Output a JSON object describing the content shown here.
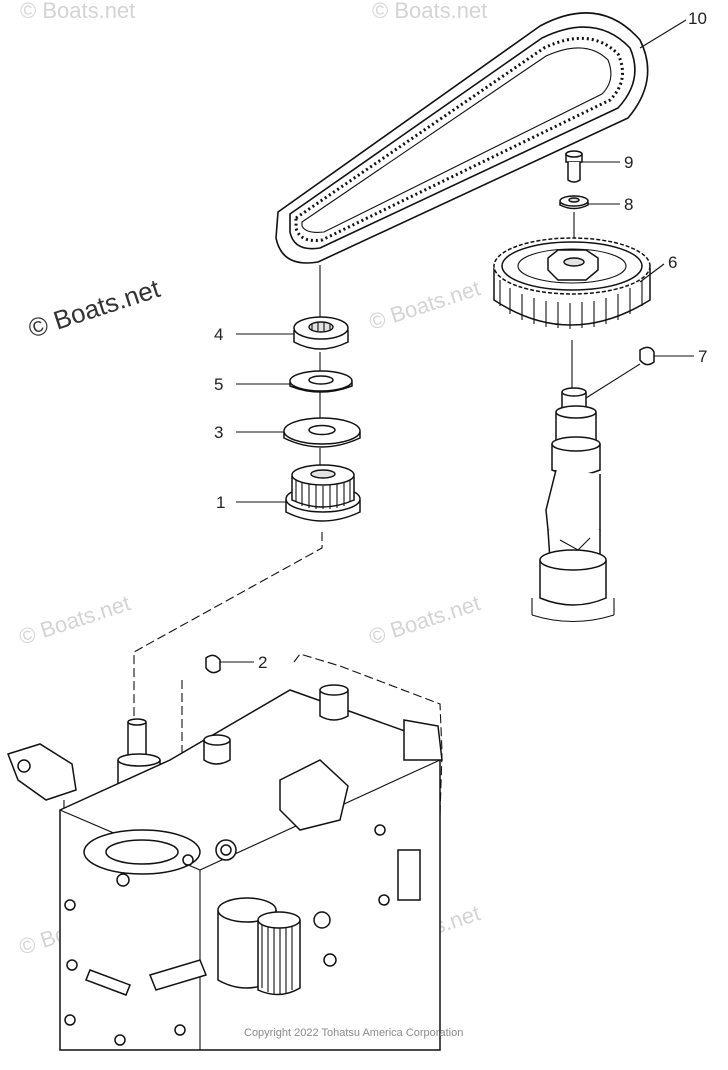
{
  "watermarks": [
    "© Boats.net",
    "© Boats.net",
    "© Boats.net",
    "© Boats.net",
    "© Boats.net",
    "© Boats.net",
    "© Boats.net",
    "© Boats.net",
    "© Boats.net"
  ],
  "watermark_main": "© Boats.net",
  "copyright": "Copyright 2022 Tohatsu America Corporation",
  "callouts": [
    {
      "id": "1",
      "label": "1"
    },
    {
      "id": "2",
      "label": "2"
    },
    {
      "id": "3",
      "label": "3"
    },
    {
      "id": "4",
      "label": "4"
    },
    {
      "id": "5",
      "label": "5"
    },
    {
      "id": "6",
      "label": "6"
    },
    {
      "id": "7",
      "label": "7"
    },
    {
      "id": "8",
      "label": "8"
    },
    {
      "id": "9",
      "label": "9"
    },
    {
      "id": "10",
      "label": "10"
    }
  ]
}
